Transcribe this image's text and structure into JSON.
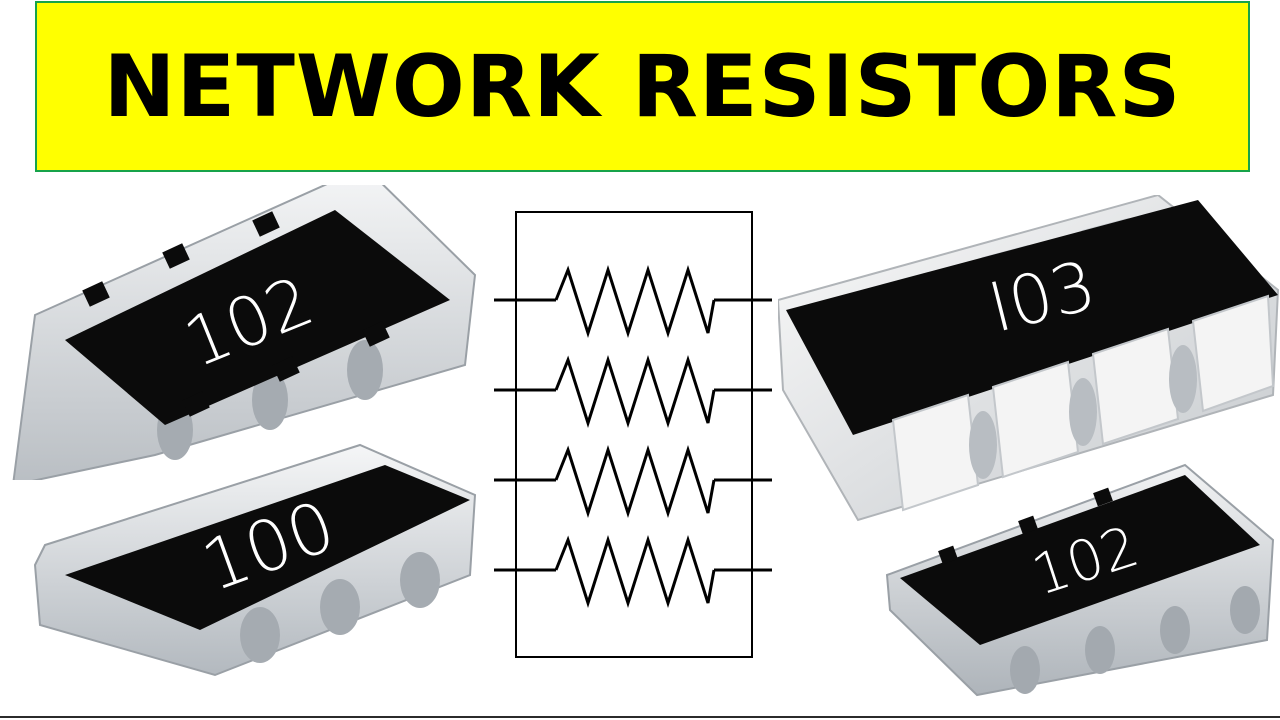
{
  "title": "NETWORK RESISTORS",
  "components": [
    {
      "name": "resistor-array-top-left",
      "code": "102"
    },
    {
      "name": "resistor-array-bottom-left",
      "code": "100"
    },
    {
      "name": "resistor-array-top-right",
      "code": "I03"
    },
    {
      "name": "resistor-array-bottom-right",
      "code": "102"
    }
  ],
  "schematic": {
    "resistor_count": 4
  },
  "colors": {
    "banner": "#ffff00",
    "banner_border": "#16a34a",
    "chip_body": "#0b0b0b",
    "chip_ceramic": "#d9dde0",
    "chip_terminal": "#f2f2f2",
    "text": "#000000"
  }
}
